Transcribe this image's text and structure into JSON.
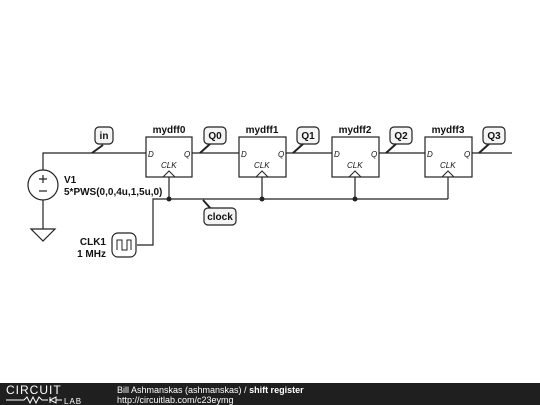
{
  "schematic": {
    "source": {
      "name": "V1",
      "value": "5*PWS(0,0,4u,1,5u,0)"
    },
    "clock_source": {
      "name": "CLK1",
      "freq": "1 MHz"
    },
    "net_labels": {
      "input": "in",
      "clock": "clock",
      "q": [
        "Q0",
        "Q1",
        "Q2",
        "Q3"
      ]
    },
    "flipflops": [
      {
        "name": "mydff0",
        "d": "D",
        "q": "Q",
        "clk": "CLK"
      },
      {
        "name": "mydff1",
        "d": "D",
        "q": "Q",
        "clk": "CLK"
      },
      {
        "name": "mydff2",
        "d": "D",
        "q": "Q",
        "clk": "CLK"
      },
      {
        "name": "mydff3",
        "d": "D",
        "q": "Q",
        "clk": "CLK"
      }
    ],
    "colors": {
      "wire": "#222222",
      "label_fill": "#f4f4f4",
      "footer_bg": "#1f1f1f"
    }
  },
  "footer": {
    "logo_top": "CIRCUIT",
    "logo_bottom": "LAB",
    "author": "Bill Ashmanskas (ashmanskas)",
    "separator": " / ",
    "title": "shift register",
    "url": "http://circuitlab.com/c23eymg"
  }
}
